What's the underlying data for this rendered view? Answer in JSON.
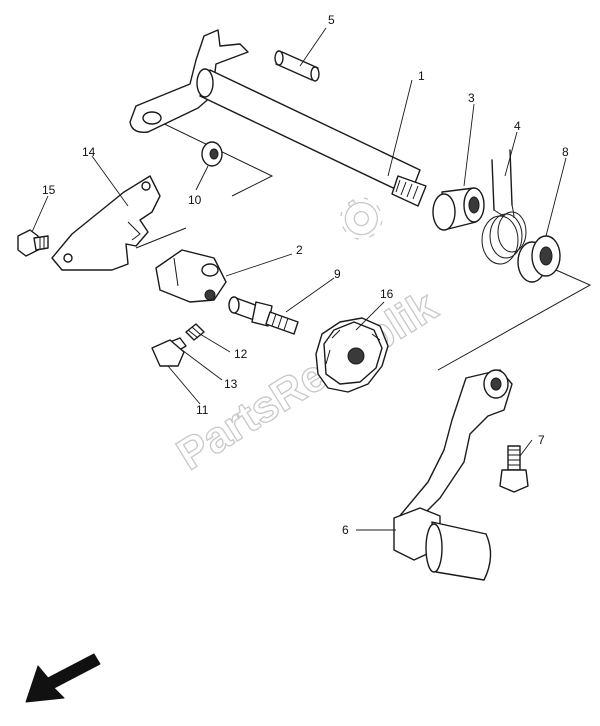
{
  "watermark": {
    "text": "PartsRepublik",
    "icon": "gear-icon",
    "color": "#c8c8c8"
  },
  "callouts": {
    "p1": "1",
    "p2": "2",
    "p3": "3",
    "p4": "4",
    "p5": "5",
    "p6": "6",
    "p7": "7",
    "p8": "8",
    "p9": "9",
    "p10": "10",
    "p11": "11",
    "p12": "12",
    "p13": "13",
    "p14": "14",
    "p15": "15",
    "p16": "16"
  },
  "orientation_arrow": {
    "icon": "front-direction-arrow-icon"
  }
}
